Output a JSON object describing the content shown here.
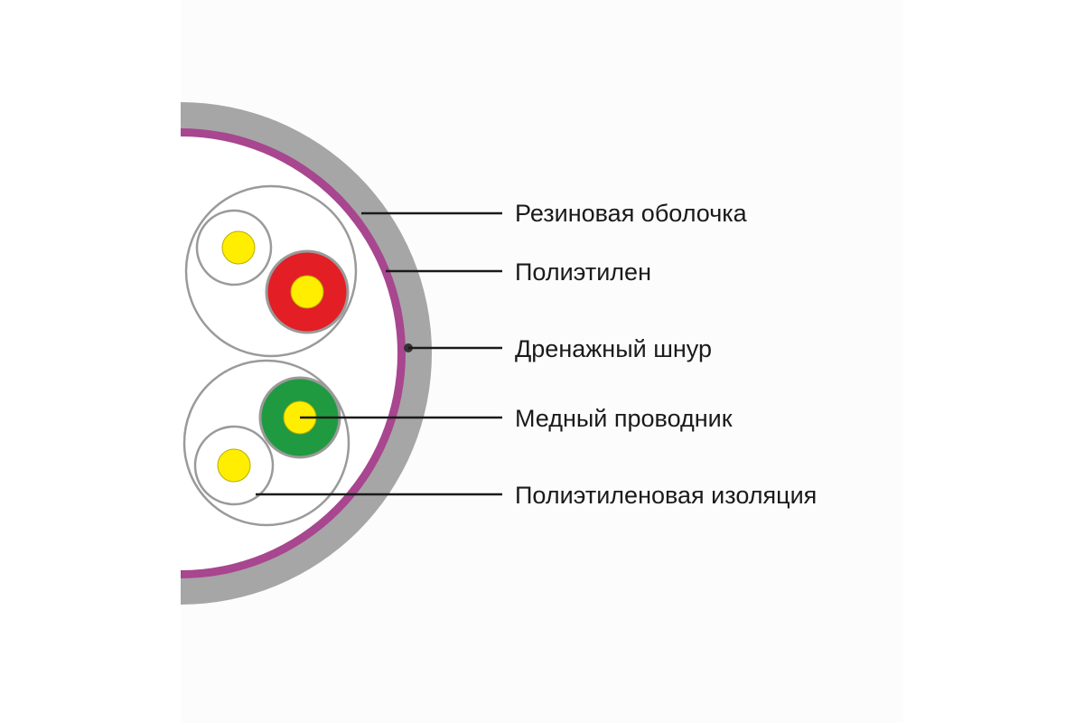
{
  "labels": {
    "jacket": "Резиновая оболочка",
    "polyethylene": "Полиэтилен",
    "drain_wire": "Дренажный шнур",
    "copper_conductor": "Медный проводник",
    "insulation": "Полиэтиленовая изоляция"
  },
  "colors": {
    "jacket": "#a6a6a6",
    "polyethylene": "#a8468f",
    "pair_outline": "#9a9a9a",
    "conductor": "#ffee00",
    "red_insulation": "#e31e24",
    "green_insulation": "#1f9a40",
    "leader_line": "#1a1a1a"
  }
}
